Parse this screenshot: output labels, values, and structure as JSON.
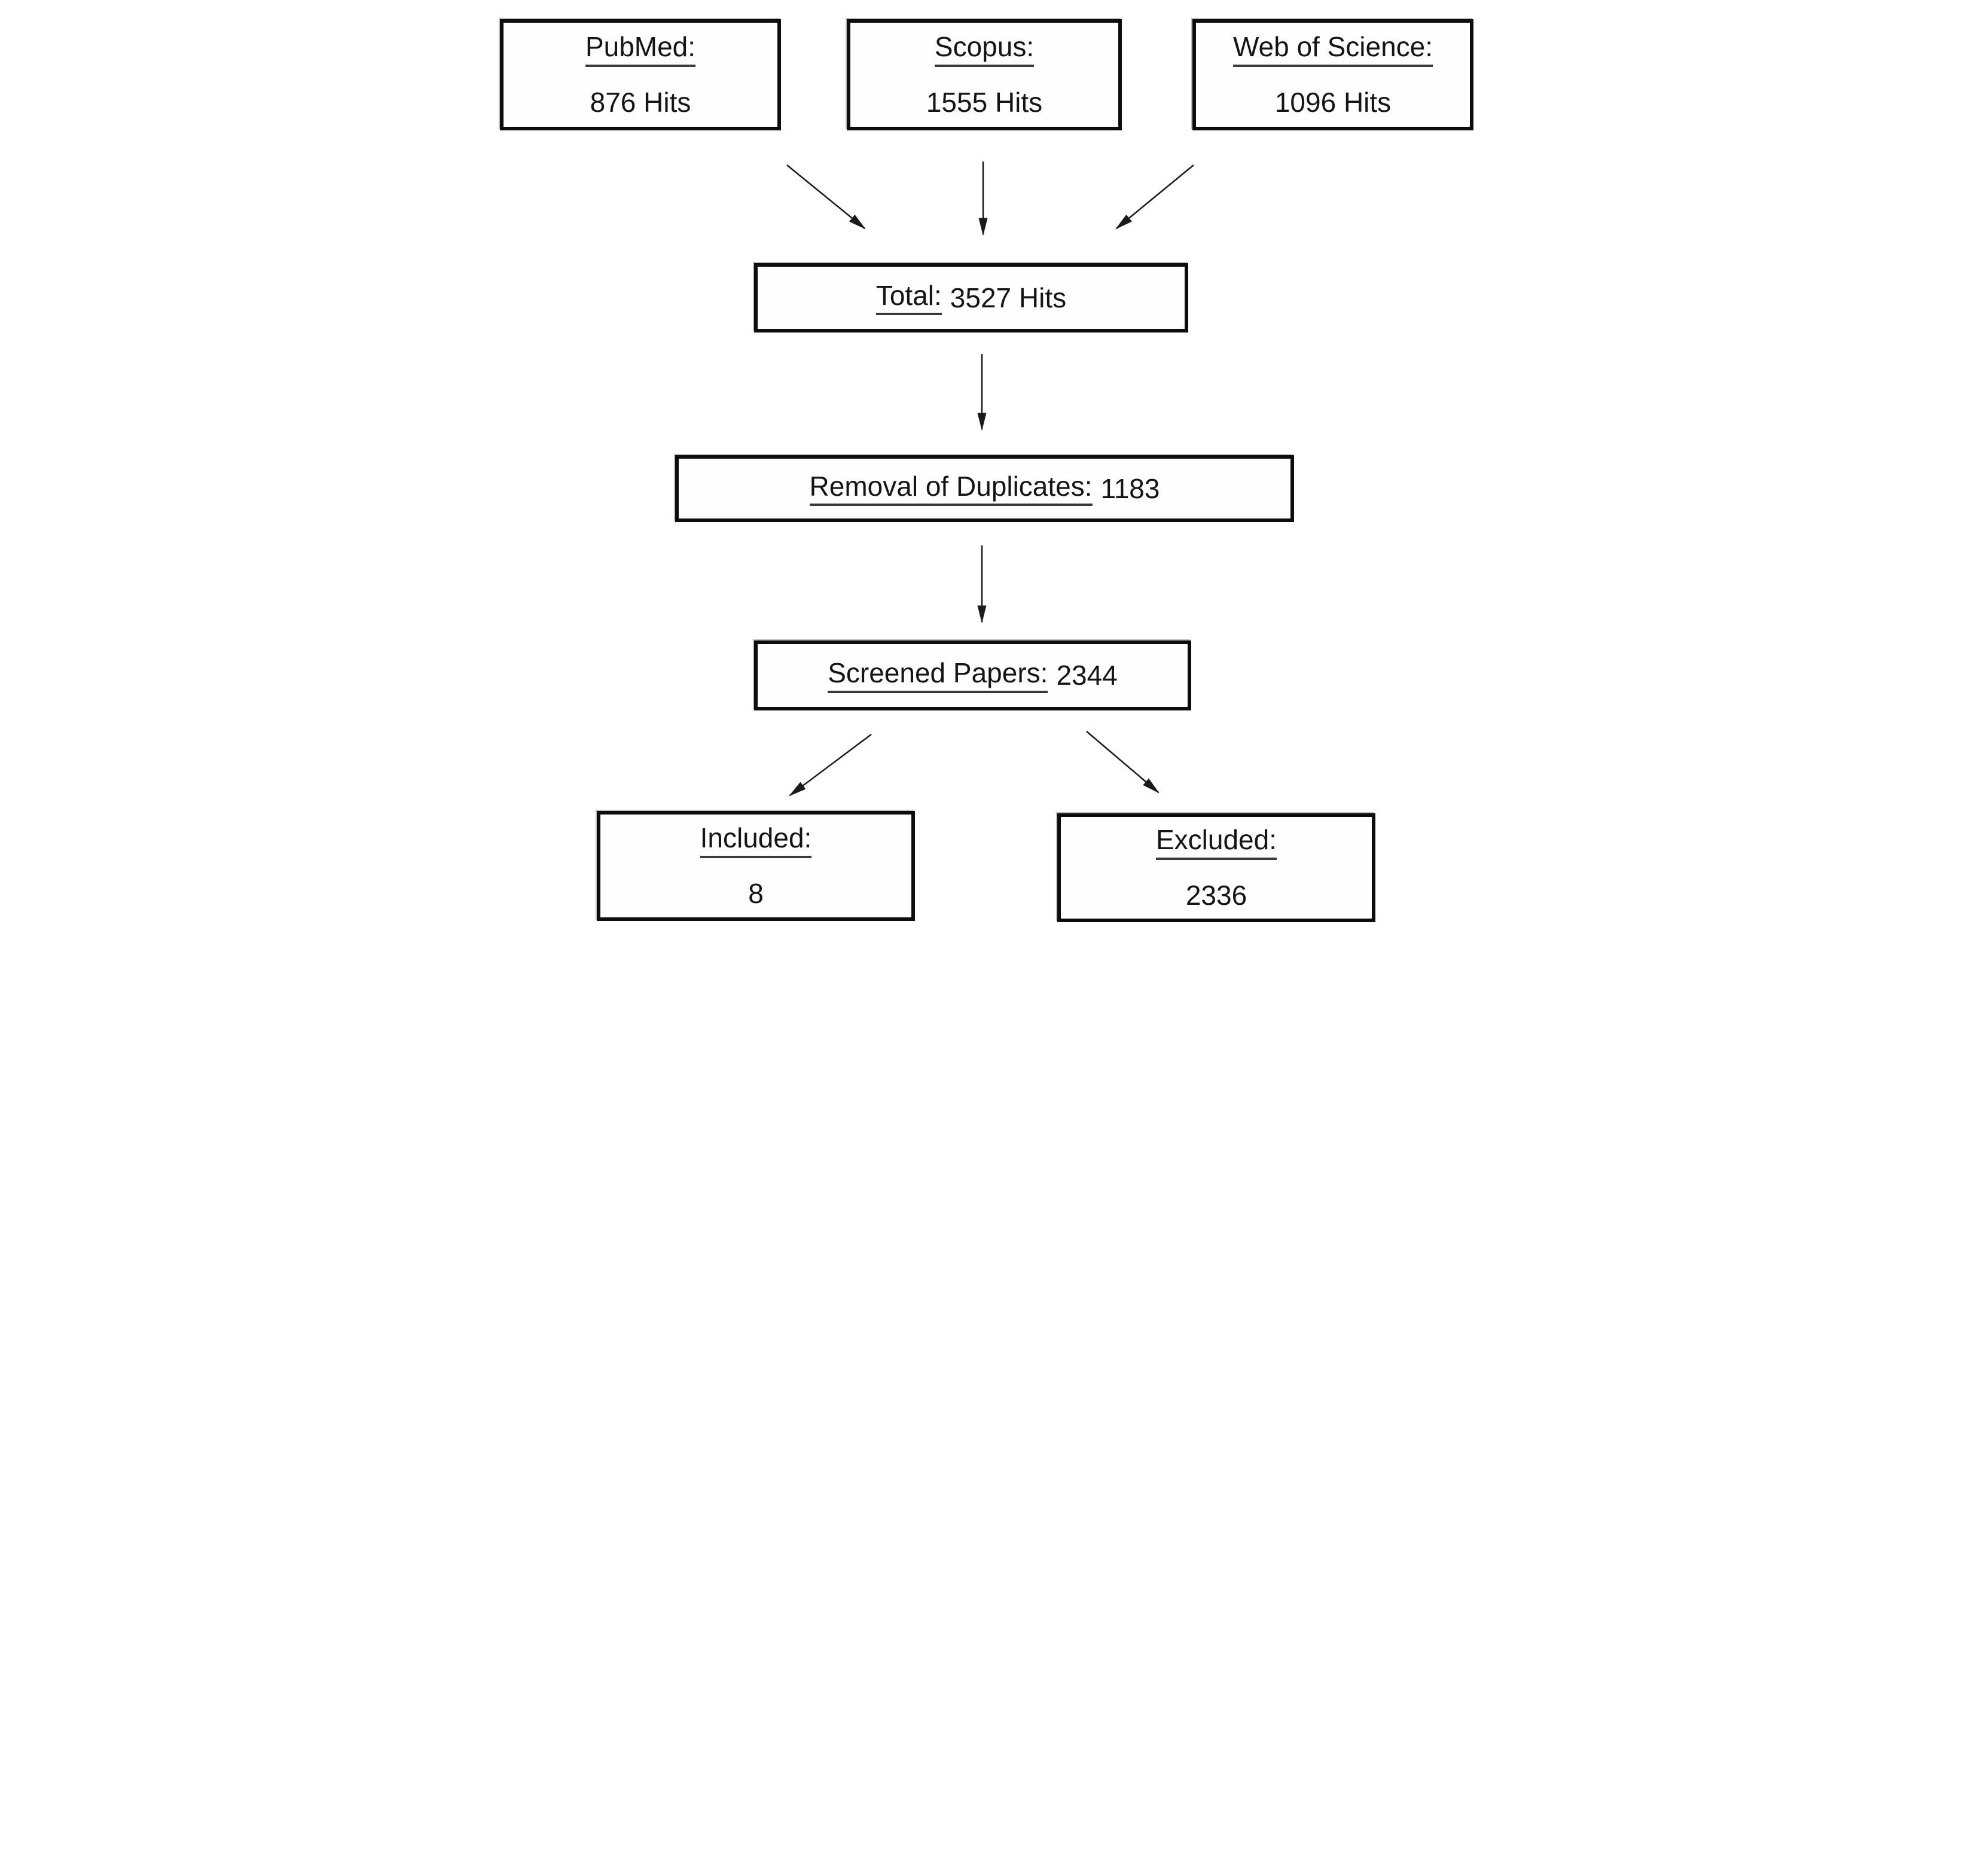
{
  "figure": {
    "type": "flowchart",
    "boxes": {
      "pubmed": {
        "label": "PubMed:",
        "value": "876 Hits"
      },
      "scopus": {
        "label": "Scopus:",
        "value": "1555 Hits"
      },
      "web_of_science": {
        "label": "Web of Science:",
        "value": "1096 Hits"
      },
      "total": {
        "label": "Total:",
        "value": "3527 Hits"
      },
      "duplicates": {
        "label": "Removal of Duplicates:",
        "value": "1183"
      },
      "screened": {
        "label": "Screened Papers:",
        "value": "2344"
      },
      "included": {
        "label": "Included:",
        "value": "8"
      },
      "excluded": {
        "label": "Excluded:",
        "value": "2336"
      }
    },
    "colors": {
      "border": "#0d0d0d",
      "text": "#151515",
      "background": "#ffffff"
    }
  }
}
